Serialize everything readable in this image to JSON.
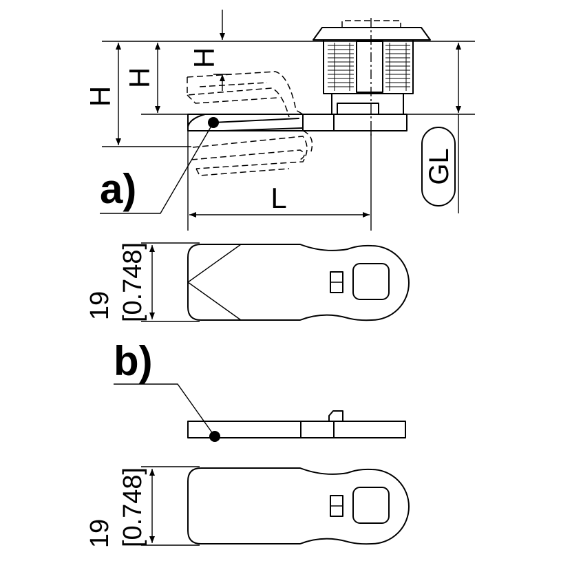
{
  "labels": {
    "height_symbol": "H",
    "length_symbol": "L",
    "grip_length": "GL",
    "variant_a": "a)",
    "variant_b": "b)",
    "width_mm": "19",
    "width_in": "[0.748]"
  },
  "colors": {
    "line": "#000000",
    "background": "#ffffff"
  }
}
